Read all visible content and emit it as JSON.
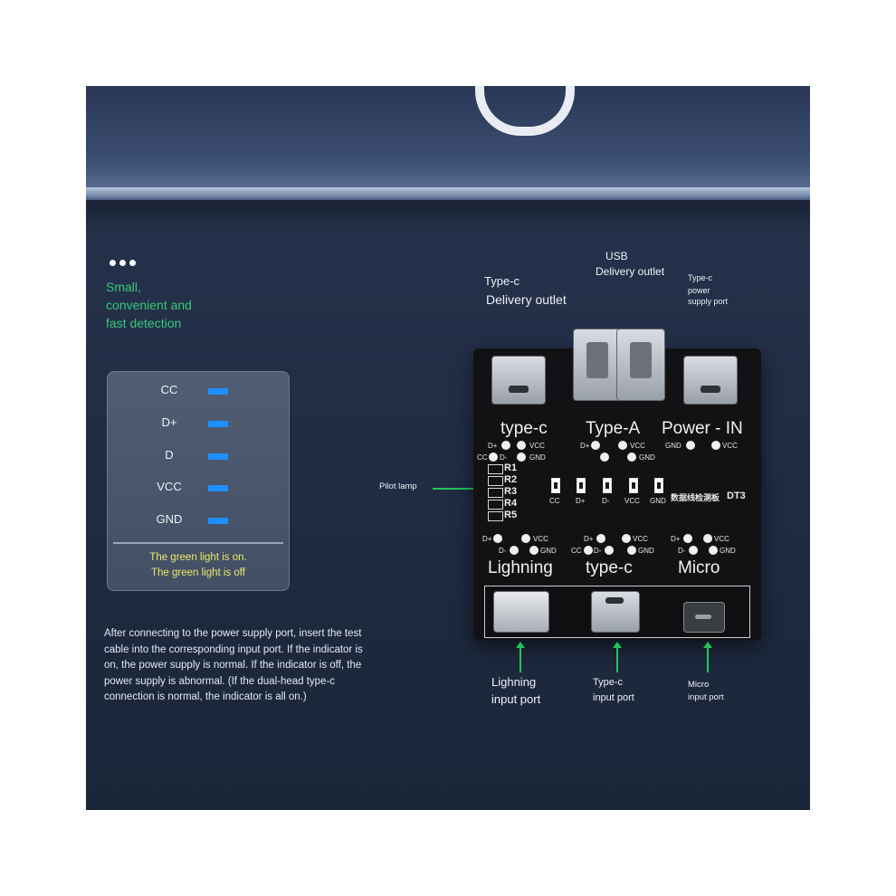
{
  "intro": {
    "tagline_lines": [
      "Small,",
      "convenient and",
      "fast detection"
    ]
  },
  "legend": {
    "rows": [
      {
        "label": "CC",
        "indicator_color": "#1e8fff"
      },
      {
        "label": "D+",
        "indicator_color": "#1e8fff"
      },
      {
        "label": "D",
        "indicator_color": "#1e8fff"
      },
      {
        "label": "VCC",
        "indicator_color": "#1e8fff"
      },
      {
        "label": "GND",
        "indicator_color": "#1e8fff"
      }
    ],
    "note_on": "The green light is on.",
    "note_off": "The green light is off"
  },
  "description": "After connecting to the power supply port, insert the test cable into the corresponding input port. If the indicator is on, the power supply is normal. If the indicator is off, the power supply is abnormal. (If the dual-head type-c connection is normal, the indicator is all on.)",
  "annotations": {
    "typec_out": [
      "Type-c",
      "Delivery outlet"
    ],
    "usb_out": [
      "USB",
      "Delivery outlet"
    ],
    "typec_power": [
      "Type-c",
      "power",
      "supply port"
    ],
    "pilot_lamp": "Pilot lamp",
    "lightning_in": [
      "Lighning",
      "input port"
    ],
    "typec_in": [
      "Type-c",
      "input port"
    ],
    "micro_in": [
      "Micro",
      "input port"
    ]
  },
  "board": {
    "top_labels": [
      "type-c",
      "Type-A",
      "Power - IN"
    ],
    "bottom_labels": [
      "Lighning",
      "type-c",
      "Micro"
    ],
    "pins": {
      "dplus": "D+",
      "dminus": "D-",
      "vcc": "VCC",
      "gnd": "GND",
      "cc": "CC"
    },
    "resistors": [
      "R1",
      "R2",
      "R3",
      "R4",
      "R5"
    ],
    "lamps": [
      "CC",
      "D+",
      "D-",
      "VCC",
      "GND"
    ],
    "model_text": "数据线检测板",
    "model_code": "DT3"
  },
  "colors": {
    "accent_green": "#36c97a",
    "indicator_blue": "#1e8fff",
    "note_yellow": "#e9e96a",
    "background_navy": "#1f2b42"
  }
}
